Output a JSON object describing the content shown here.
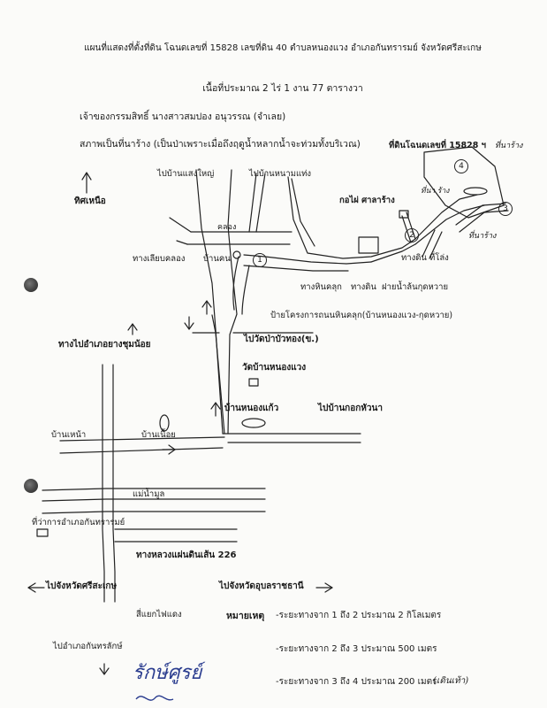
{
  "header": {
    "line1": "แผนที่แสดงที่ตั้งที่ดิน โฉนดเลขที่ 15828 เลขที่ดิน 40 ตำบลหนองแวง อำเภอกันทรารมย์ จังหวัดศรีสะเกษ",
    "line2": "เนื้อที่ประมาณ 2 ไร่ 1 งาน 77 ตารางวา",
    "owner": "เจ้าของกรรมสิทธิ์ นางสาวสมปอง อนุวรรณ (จำเลย)",
    "condition": "สภาพเป็นที่นาร้าง (เป็นป่าเพราะเมื่อถึงฤดูน้ำหลากน้ำจะท่วมทั้งบริเวณ)"
  },
  "map_labels": {
    "north": "ทิศเหนือ",
    "plot": "ที่ดินโฉนดเลขที่ 15828 ฯ",
    "to_sang_yai": "ไปบ้านแสงใหญ่",
    "to_nong_mamtaeng": "ไปบ้านหนามแท่ง",
    "klong_sala": "กอไผ่  ศาลาร้าง",
    "klong": "คลอง",
    "lane_along": "ทางเลียบคลอง",
    "ban_khon": "บ้านคน",
    "gravel_road": "ทางหินคลุก",
    "dirt_road": "ทางดิน",
    "weir": "ฝายน้ำล้นกุดหวาย",
    "dirt_road2": "ทางดิน",
    "lalang": "ที่โล่ง",
    "canal_top": "ที่นาร้าง",
    "canal_mid": "ที่นา ร้าง",
    "canal_right": "ที่นาร้าง",
    "project_sign": "ป้ายโครงการถนนหินคลุก(บ้านหนองแวง-กุดหวาย)",
    "to_yang_chum_noi": "ทางไปอำเภอยางชุมน้อย",
    "to_wat_pa": "ไปวัดป่าบัวทอง(ข.)",
    "wat": "วัดบ้านหนองแวง",
    "ban_nong_kaew": "บ้านหนองแก้ว",
    "to_kok_hua_na": "ไปบ้านกอกหัวนา",
    "ban_nua": "บ้านเหน้า",
    "ban_nuea_noi": "บ้านเนื้อย",
    "mun_river": "แม่น้ำมูล",
    "district_office": "ที่ว่าการอำเภอกันทรารมย์",
    "highway": "ทางหลวงแผ่นดินเส้น 226",
    "to_sisaket": "ไปจังหวัดศรีสะเกษ",
    "to_ubon": "ไปจังหวัดอุบลราชธานี",
    "traffic_light": "สี่แยกไฟแดง",
    "to_kanthararak": "ไปอำเภอกันทรลักษ์"
  },
  "points": [
    "1",
    "2",
    "3",
    "4"
  ],
  "notes": {
    "heading": "หมายเหตุ",
    "line1": "-ระยะทางจาก 1 ถึง 2 ประมาณ 2 กิโลเมตร",
    "line2": "-ระยะทางจาก 2 ถึง 3 ประมาณ 500 เมตร",
    "line3": "-ระยะทางจาก 3 ถึง 4 ประมาณ 200 เมตร",
    "line3_hand": "(เดินเท้า)"
  },
  "signature": "รักษ์ศูรย์"
}
